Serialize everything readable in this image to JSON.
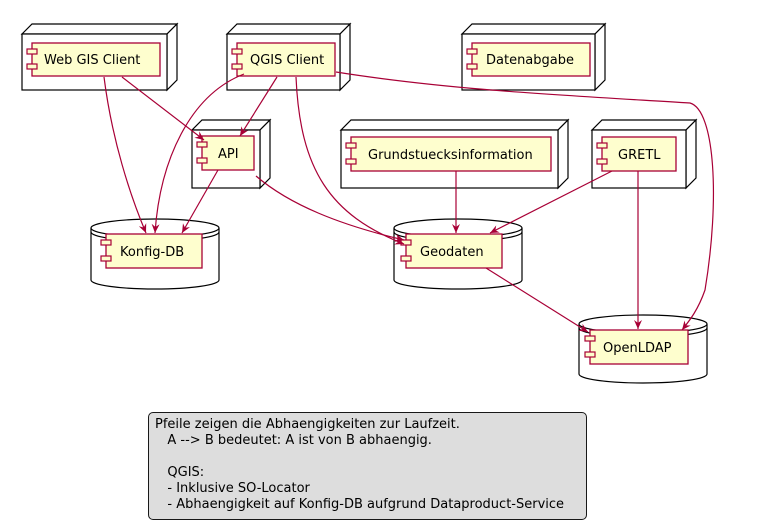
{
  "components": {
    "web_gis_client": "Web GIS Client",
    "qgis_client": "QGIS Client",
    "datenabgabe": "Datenabgabe",
    "api": "API",
    "grundstuecksinformation": "Grundstuecksinformation",
    "gretl": "GRETL",
    "konfig_db": "Konfig-DB",
    "geodaten": "Geodaten",
    "openldap": "OpenLDAP"
  },
  "note": {
    "lines": [
      "Pfeile zeigen die Abhaengigkeiten zur Laufzeit.",
      "   A --> B bedeutet: A ist von B abhaengig.",
      "",
      "   QGIS:",
      "   - Inklusive SO-Locator",
      "   - Abhaengigkeit auf Konfig-DB aufgrund Dataproduct-Service"
    ]
  },
  "colors": {
    "component_fill": "#fefece",
    "component_border": "#a80036",
    "arrow": "#a80036",
    "node_fill": "#ffffff",
    "node_border": "#000000",
    "note_fill": "#dddddd"
  }
}
